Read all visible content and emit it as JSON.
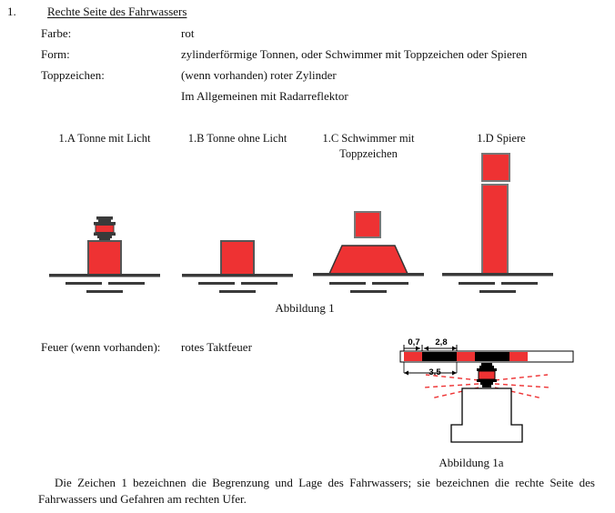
{
  "document": {
    "section_number": "1.",
    "section_title": "Rechte Seite des Fahrwassers",
    "properties": [
      {
        "label": "Farbe:",
        "value": "rot"
      },
      {
        "label": "Form:",
        "value": "zylinderförmige Tonnen, oder Schwimmer mit Toppzeichen oder Spieren"
      },
      {
        "label": "Toppzeichen:",
        "value": "(wenn vorhanden) roter Zylinder"
      },
      {
        "label": "",
        "value": "Im Allgemeinen mit Radarreflektor"
      }
    ],
    "figures": [
      {
        "id": "1.A",
        "caption": "1.A Tonne mit Licht"
      },
      {
        "id": "1.B",
        "caption": "1.B Tonne ohne Licht"
      },
      {
        "id": "1.C",
        "caption": "1.C Schwimmer mit Toppzeichen"
      },
      {
        "id": "1.D",
        "caption": "1.D Spiere"
      }
    ],
    "figure_caption_1": "Abbildung 1",
    "figure_caption_1a": "Abbildung 1a",
    "light": {
      "label": "Feuer (wenn vorhanden):",
      "value": "rotes Taktfeuer"
    },
    "timing_diagram": {
      "on_duration": "0,7",
      "off_duration": "2,8",
      "period": "3,5"
    },
    "closing_paragraph": "Die Zeichen 1 bezeichnen die Begrenzung und Lage des Fahrwassers; sie bezeichnen die rechte Seite des Fahrwassers und Gefahren am rechten Ufer."
  },
  "colors": {
    "red": "#ee3233",
    "outline": "#333333",
    "water_line": "#3a3a3a",
    "black": "#000000",
    "text": "#111111"
  }
}
